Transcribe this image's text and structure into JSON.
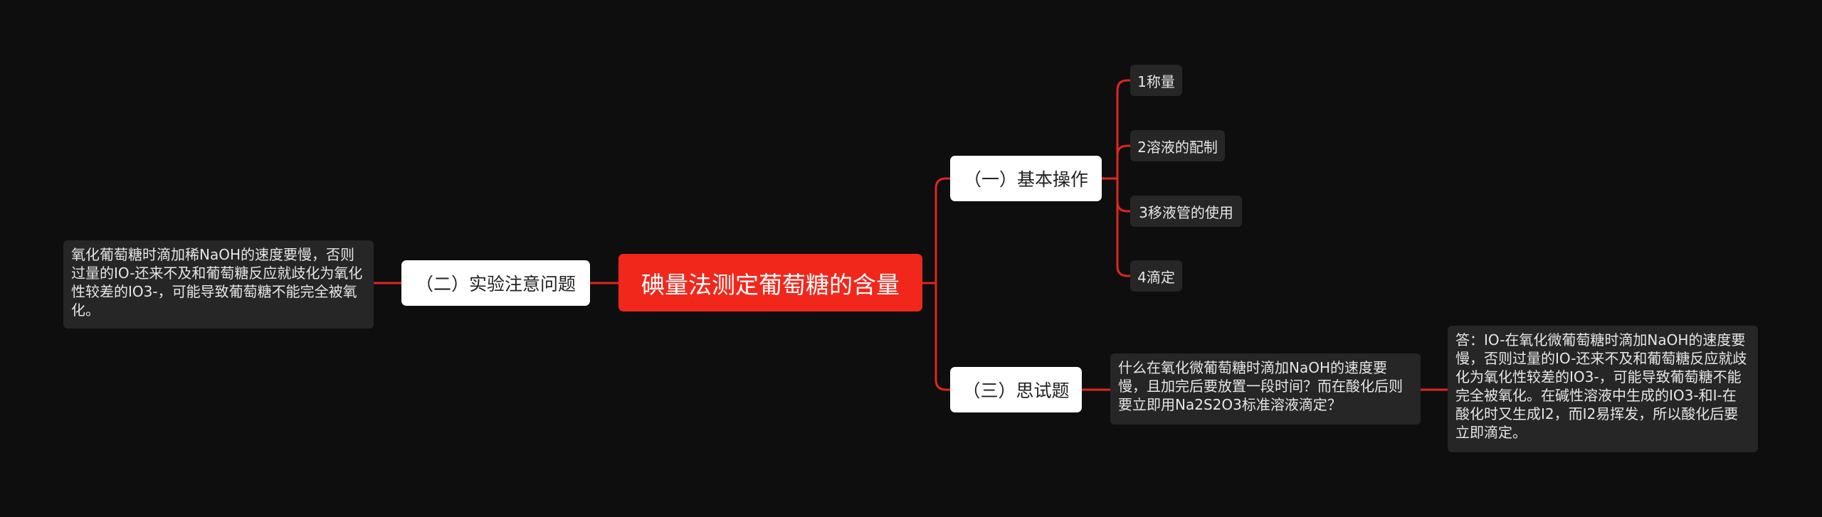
{
  "root": {
    "label": "碘量法测定葡萄糖的含量"
  },
  "branches": {
    "basic_ops": {
      "label": "（一）基本操作",
      "children": [
        "1称量",
        "2溶液的配制",
        "3移液管的使用",
        "4滴定"
      ]
    },
    "precautions": {
      "label": "（二）实验注意问题",
      "note": "氧化葡萄糖时滴加稀NaOH的速度要慢，否则过量的IO-还来不及和葡萄糖反应就歧化为氧化性较差的IO3-，可能导致葡萄糖不能完全被氧化。"
    },
    "questions": {
      "label": "（三）思试题",
      "question": "什么在氧化微葡萄糖时滴加NaOH的速度要慢，且加完后要放置一段时间？而在酸化后则要立即用Na2S2O3标准溶液滴定？",
      "answer": "答：IO-在氧化微葡萄糖时滴加NaOH的速度要慢，否则过量的IO-还来不及和葡萄糖反应就歧化为氧化性较差的IO3-，可能导致葡萄糖不能完全被氧化。在碱性溶液中生成的IO3-和I-在酸化时又生成I2，而I2易挥发，所以酸化后要立即滴定。"
    }
  },
  "colors": {
    "connector": "#e0261c",
    "root_fill": "#f2271c",
    "background": "#0e0e0f"
  }
}
